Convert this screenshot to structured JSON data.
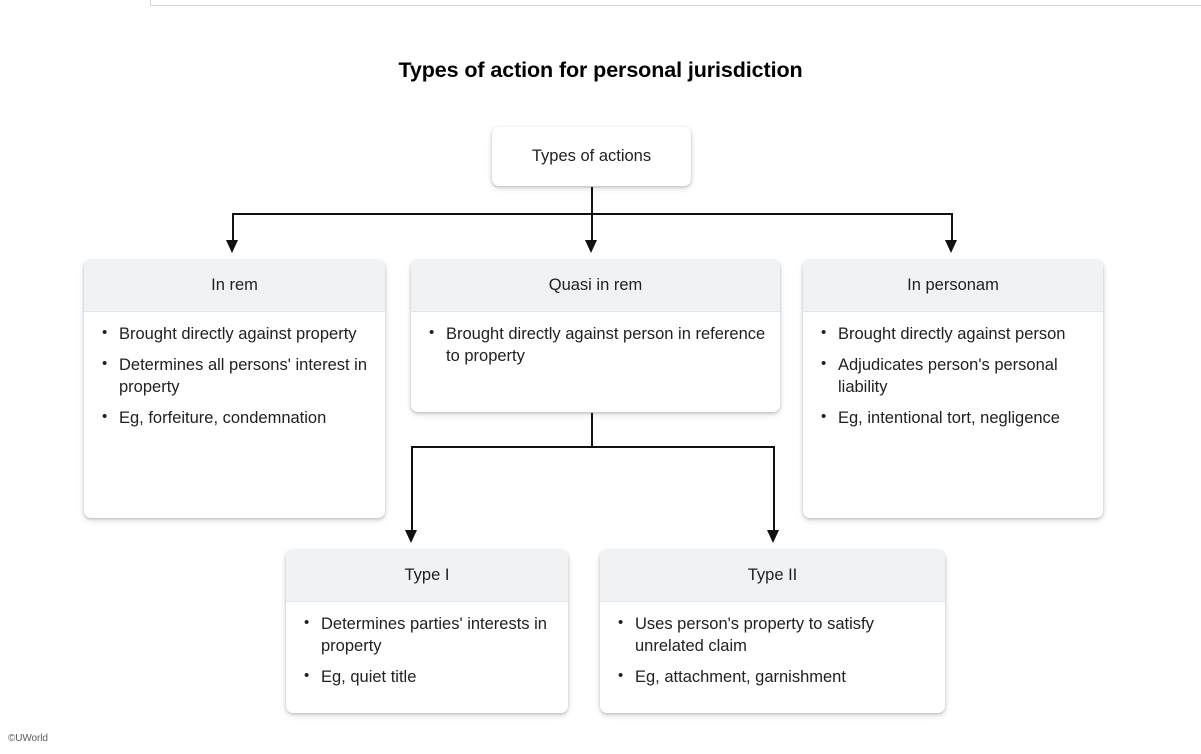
{
  "title": "Types of action for personal jurisdiction",
  "watermark": "©UWorld",
  "diagram": {
    "root": {
      "label": "Types of actions"
    },
    "branches": [
      {
        "id": "in-rem",
        "header": "In rem",
        "bullets": [
          "Brought directly against property",
          "Determines all persons' interest in property",
          "Eg, forfeiture, condemnation"
        ]
      },
      {
        "id": "quasi-in-rem",
        "header": "Quasi in rem",
        "bullets": [
          "Brought directly against person in reference to property"
        ]
      },
      {
        "id": "in-personam",
        "header": "In personam",
        "bullets": [
          "Brought directly against person",
          "Adjudicates person's personal liability",
          "Eg, intentional tort, negligence"
        ]
      }
    ],
    "subbranches": [
      {
        "id": "type-1",
        "header": "Type I",
        "bullets": [
          "Determines parties' interests in property",
          "Eg, quiet title"
        ]
      },
      {
        "id": "type-2",
        "header": "Type II",
        "bullets": [
          "Uses person's property to satisfy unrelated claim",
          "Eg, attachment, garnishment"
        ]
      }
    ]
  },
  "colors": {
    "card_header_bg": "#f1f2f4",
    "card_bg": "#ffffff",
    "connector": "#111111",
    "text": "#212121",
    "page_bg": "#ffffff"
  }
}
